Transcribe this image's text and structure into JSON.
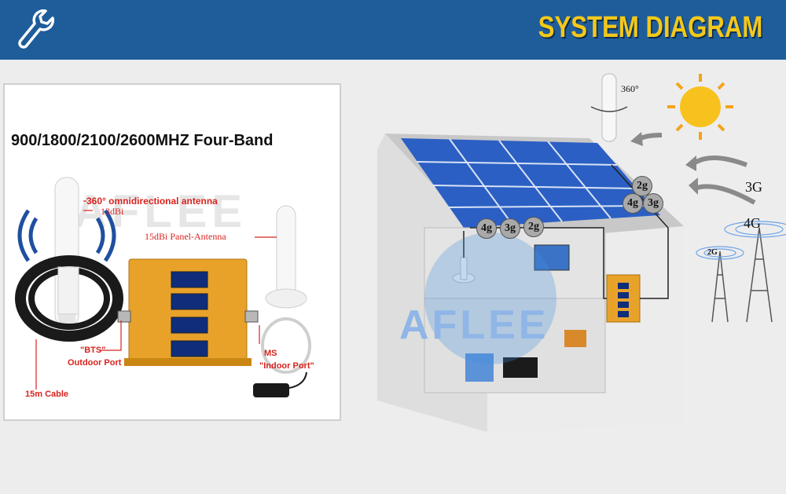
{
  "header": {
    "title": "SYSTEM DIAGRAM",
    "icon": "wrench-icon",
    "background": "#1f5d9a",
    "title_color": "#f4c81a"
  },
  "product": {
    "heading": "900/1800/2100/2600MHZ Four-Band",
    "omni_antenna": "360° omnidirectional antenna",
    "omni_gain": "13dBi",
    "panel_antenna": "15dBi Panel-Antenna",
    "bts_label": "\"BTS\"",
    "outdoor_port": "Outdoor Port",
    "ms_label": "MS",
    "indoor_port": "\"Indoor Port\"",
    "cable": "15m Cable",
    "watermark": "AFLEE",
    "booster_color": "#e8a22a"
  },
  "scene": {
    "rotation_label": "360°",
    "roof_bubbles": [
      "2g",
      "4g",
      "3g"
    ],
    "indoor_bubbles": [
      "4g",
      "3g",
      "2g"
    ],
    "tower_labels": [
      "3G",
      "4G",
      "2G"
    ],
    "watermark": "AFLEE"
  }
}
